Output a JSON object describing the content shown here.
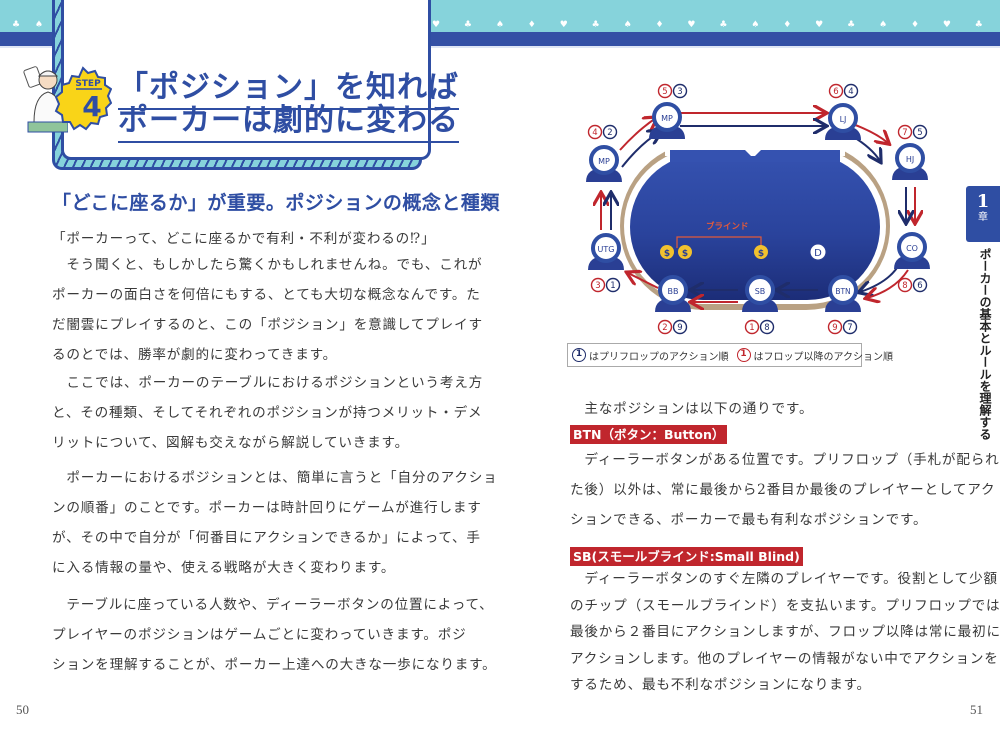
{
  "header": {
    "suit_pattern": "♥ ♣ ♠ ♦ ♥ ♣ ♠ ♦ ♥ ♣ ♠ ♦ ♥ ♣ ♠ ♦ ♥ ♣ ♠ ♦ ♥ ♣ ♠ ♦ ♥ ♣ ♠ ♦ ♥ ♣ ♠ ♦ ♥ ♣",
    "suit_pattern_left": "♣ ♠",
    "colors": {
      "teal": "#86d3db",
      "navy": "#3450a5",
      "red": "#c0262d"
    }
  },
  "title_block": {
    "step_label": "STEP",
    "step_number": "4",
    "title_line1": "「ポジション」を知れば",
    "title_line2": "ポーカーは劇的に変わる"
  },
  "left_page": {
    "section_heading": "「どこに座るか」が重要。ポジションの概念と種類",
    "paragraphs": [
      {
        "lines": [
          "「ポーカーって、どこに座るかで有利・不利が変わるの⁉」",
          "　そう聞くと、もしかしたら驚くかもしれませんね。でも、これが",
          "ポーカーの面白さを何倍にもする、とても大切な概念なんです。た",
          "だ闇雲にプレイするのと、この「ポジション」を意識してプレイす",
          "るのとでは、勝率が劇的に変わってきます。"
        ]
      },
      {
        "lines": [
          "　ここでは、ポーカーのテーブルにおけるポジションという考え方",
          "と、その種類、そしてそれぞれのポジションが持つメリット・デメ",
          "リットについて、図解も交えながら解説していきます。"
        ]
      },
      {
        "lines": [
          "　ポーカーにおけるポジションとは、簡単に言うと「自分のアクショ",
          "ンの順番」のことです。ポーカーは時計回りにゲームが進行します",
          "が、その中で自分が「何番目にアクションできるか」によって、手",
          "に入る情報の量や、使える戦略が大きく変わります。"
        ]
      },
      {
        "lines": [
          "　テーブルに座っている人数や、ディーラーボタンの位置によって、",
          "プレイヤーのポジションはゲームごとに変わっていきます。ポジ",
          "ションを理解することが、ポーカー上達への大きな一歩になります。"
        ]
      }
    ],
    "page_number": "50"
  },
  "diagram": {
    "blinds_label": "ブラインド",
    "dealer_button": "D",
    "chip_symbol": "$",
    "seats": [
      {
        "id": "MP",
        "label": "MP",
        "postflop": "4",
        "preflop": "2"
      },
      {
        "id": "MP2",
        "label": "MP",
        "postflop": "5",
        "preflop": "3"
      },
      {
        "id": "LJ",
        "label": "LJ",
        "postflop": "6",
        "preflop": "4"
      },
      {
        "id": "HJ",
        "label": "HJ",
        "postflop": "7",
        "preflop": "5"
      },
      {
        "id": "CO",
        "label": "CO",
        "postflop": "8",
        "preflop": "6"
      },
      {
        "id": "BTN",
        "label": "BTN",
        "postflop": "9",
        "preflop": "7"
      },
      {
        "id": "SB",
        "label": "SB",
        "postflop": "1",
        "preflop": "8"
      },
      {
        "id": "BB",
        "label": "BB",
        "postflop": "2",
        "preflop": "9"
      },
      {
        "id": "UTG",
        "label": "UTG",
        "postflop": "3",
        "preflop": "1"
      }
    ],
    "legend": {
      "preflop_num": "1",
      "preflop_text": "はプリフロップのアクション順",
      "postflop_num": "1",
      "postflop_text": "はフロップ以降のアクション順"
    }
  },
  "right_page": {
    "intro": "　主なポジションは以下の通りです。",
    "sections": [
      {
        "tag": "BTN（ボタン：Button）",
        "lines": [
          "　ディーラーボタンがある位置です。プリフロップ（手札が配られ",
          "た後）以外は、常に最後から2番目か最後のプレイヤーとしてアク",
          "ションできる、ポーカーで最も有利なポジションです。"
        ]
      },
      {
        "tag": "SB(スモールブラインド:Small Blind)",
        "lines": [
          "　ディーラーボタンのすぐ左隣のプレイヤーです。役割として少額",
          "のチップ（スモールブラインド）を支払います。プリフロップでは",
          "最後から２番目にアクションしますが、フロップ以降は常に最初に",
          "アクションします。他のプレイヤーの情報がない中でアクションを",
          "するため、最も不利なポジションになります。"
        ]
      }
    ],
    "page_number": "51"
  },
  "chapter_tab": {
    "number": "1",
    "kanji": "章",
    "title": "ポーカーの基本とルールを理解する"
  }
}
